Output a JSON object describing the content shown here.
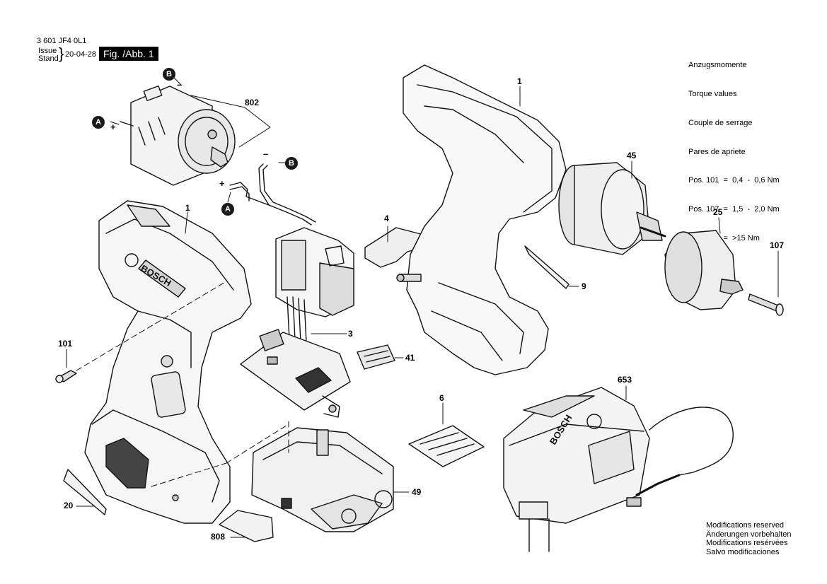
{
  "header": {
    "part_number": "3 601 JF4 0L1",
    "issue_label": "Issue",
    "stand_label": "Stand",
    "issue_date": "20-04-28",
    "figure_label": "Fig. /Abb. 1"
  },
  "torque_info": {
    "title_de": "Anzugsmomente",
    "title_en": "Torque values",
    "title_fr": "Couple de serrage",
    "title_es": "Pares de apriete",
    "line_101": "Pos. 101  =  0,4  -  0,6 Nm",
    "line_107": "Pos. 107  =  1,5  -  2,0 Nm",
    "line_25": "Pos. 25    =  >15 Nm"
  },
  "modifications": {
    "en": "Modifications reserved",
    "de": "Änderungen vorbehalten",
    "fr": "Modifications resérvées",
    "es": "Salvo modificaciones"
  },
  "part_labels": {
    "p1_left": "1",
    "p1_right": "1",
    "p802": "802",
    "p4": "4",
    "p45": "45",
    "p25": "25",
    "p107": "107",
    "p9": "9",
    "p3": "3",
    "p41": "41",
    "p101": "101",
    "p6": "6",
    "p653": "653",
    "p49": "49",
    "p20": "20",
    "p808": "808"
  },
  "connectors": {
    "a": "A",
    "b": "B",
    "plus": "+",
    "minus": "–"
  },
  "brand_text": "BOSCH"
}
